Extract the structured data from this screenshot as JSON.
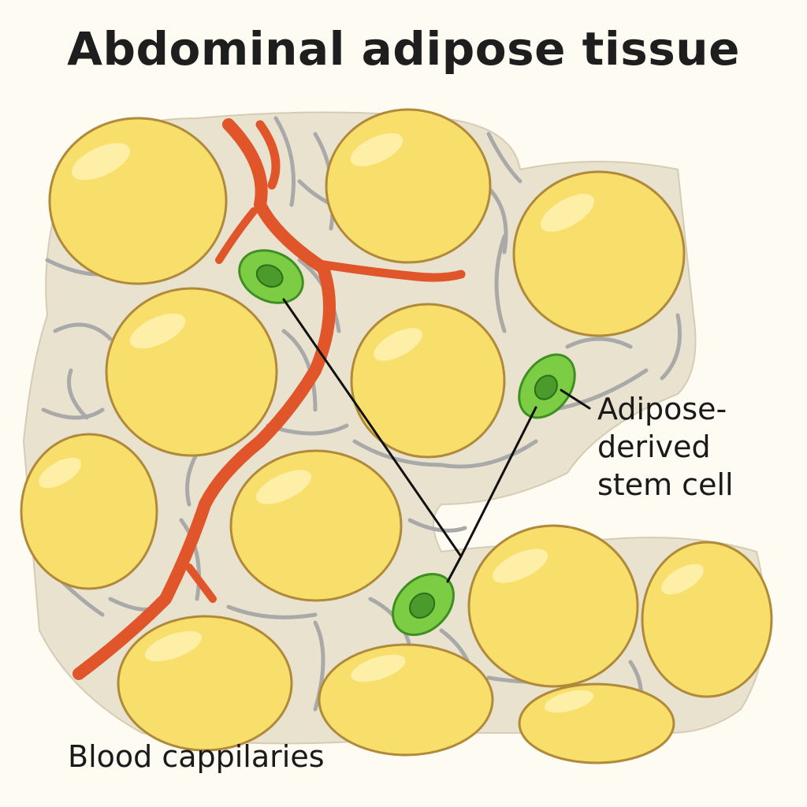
{
  "title": "Abdominal adipose tissue",
  "labels": {
    "stem_cell_line1": "Adipose-",
    "stem_cell_line2": "derived",
    "stem_cell_line3": "stem cell",
    "blood": "Blood cappilaries"
  },
  "colors": {
    "background": "#fdfbf2",
    "matrix": "#e9e2cf",
    "fiber": "#a8a8a8",
    "fat_cell_fill": "#f8de6a",
    "fat_cell_edge": "#b08a3a",
    "capillary": "#e0552a",
    "stem_cell": "#7ccc44",
    "stem_cell_edge": "#3e8e22",
    "stem_nucleus": "#4a9a2c",
    "leader_line": "#111111"
  }
}
